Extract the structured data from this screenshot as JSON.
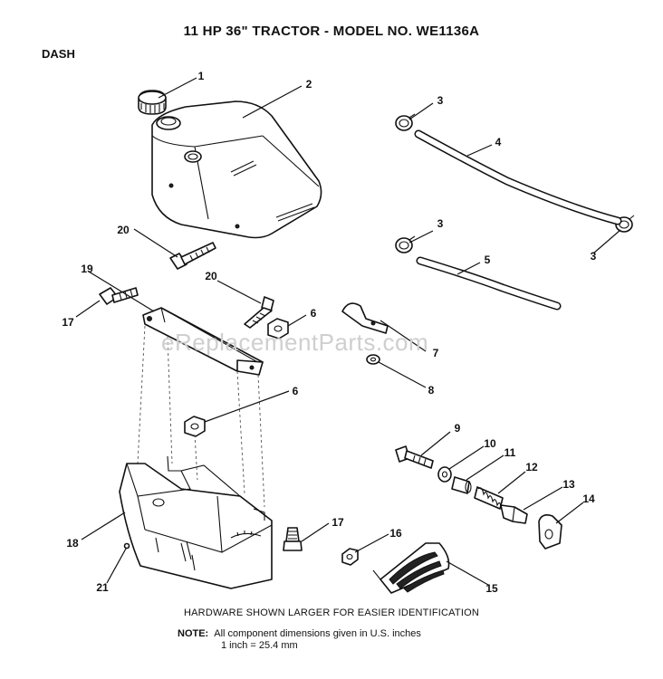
{
  "title": "11 HP 36\" TRACTOR - MODEL NO. WE1136A",
  "section": "DASH",
  "watermark": "eReplacementParts.com",
  "hardware_note": "HARDWARE SHOWN LARGER FOR EASIER IDENTIFICATION",
  "note": {
    "label": "NOTE:",
    "line1": "All component dimensions given in U.S. inches",
    "line2": "1 inch = 25.4 mm"
  },
  "callouts": [
    {
      "id": "c1",
      "text": "1"
    },
    {
      "id": "c2",
      "text": "2"
    },
    {
      "id": "c3a",
      "text": "3"
    },
    {
      "id": "c3b",
      "text": "3"
    },
    {
      "id": "c3c",
      "text": "3"
    },
    {
      "id": "c4",
      "text": "4"
    },
    {
      "id": "c5",
      "text": "5"
    },
    {
      "id": "c6a",
      "text": "6"
    },
    {
      "id": "c6b",
      "text": "6"
    },
    {
      "id": "c7",
      "text": "7"
    },
    {
      "id": "c8",
      "text": "8"
    },
    {
      "id": "c9",
      "text": "9"
    },
    {
      "id": "c10",
      "text": "10"
    },
    {
      "id": "c11",
      "text": "11"
    },
    {
      "id": "c12",
      "text": "12"
    },
    {
      "id": "c13",
      "text": "13"
    },
    {
      "id": "c14",
      "text": "14"
    },
    {
      "id": "c15",
      "text": "15"
    },
    {
      "id": "c16",
      "text": "16"
    },
    {
      "id": "c17a",
      "text": "17"
    },
    {
      "id": "c17b",
      "text": "17"
    },
    {
      "id": "c18",
      "text": "18"
    },
    {
      "id": "c19",
      "text": "19"
    },
    {
      "id": "c20a",
      "text": "20"
    },
    {
      "id": "c20b",
      "text": "20"
    },
    {
      "id": "c21",
      "text": "21"
    }
  ]
}
